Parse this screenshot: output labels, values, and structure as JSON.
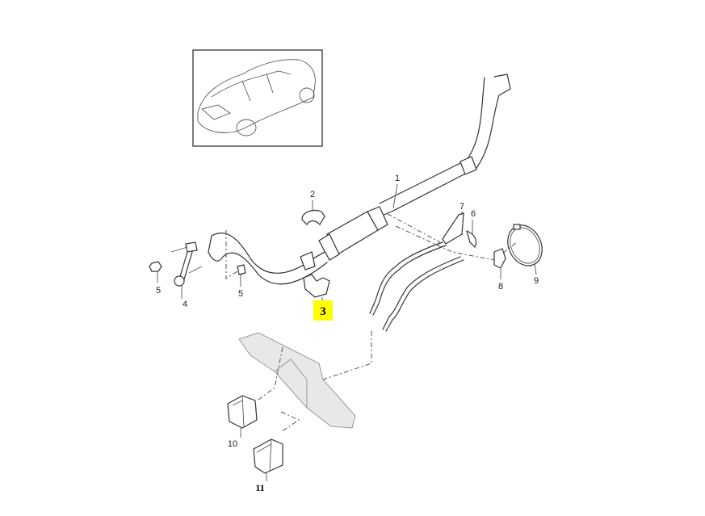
{
  "diagram": {
    "highlight_color": "#ffff00",
    "callouts": [
      {
        "id": "c1",
        "label": "1"
      },
      {
        "id": "c2",
        "label": "2"
      },
      {
        "id": "c3",
        "label": "3",
        "highlighted": true
      },
      {
        "id": "c4",
        "label": "4"
      },
      {
        "id": "c5a",
        "label": "5"
      },
      {
        "id": "c5b",
        "label": "5"
      },
      {
        "id": "c6",
        "label": "6"
      },
      {
        "id": "c7",
        "label": "7"
      },
      {
        "id": "c8",
        "label": "8"
      },
      {
        "id": "c9",
        "label": "9"
      },
      {
        "id": "c10",
        "label": "10"
      },
      {
        "id": "c11",
        "label": "11",
        "bold": true
      }
    ]
  }
}
